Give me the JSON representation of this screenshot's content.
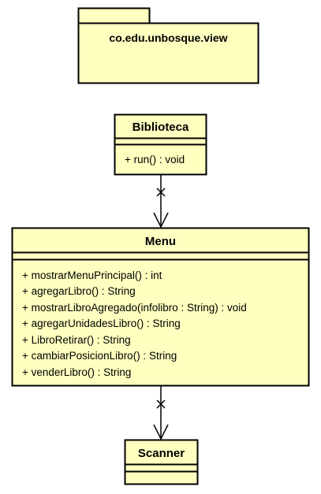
{
  "colors": {
    "fill": "#ffffc0",
    "stroke": "#000000",
    "background": "#ffffff"
  },
  "package": {
    "name": "co.edu.unbosque.view"
  },
  "classes": {
    "biblioteca": {
      "name": "Biblioteca",
      "attributes": [],
      "methods": [
        "+ run() : void"
      ]
    },
    "menu": {
      "name": "Menu",
      "attributes": [],
      "methods": [
        "+ mostrarMenuPrincipal() : int",
        "+ agregarLibro() : String",
        "+ mostrarLibroAgregado(infolibro : String) : void",
        "+ agregarUnidadesLibro() : String",
        "+ LibroRetirar() : String",
        "+ cambiarPosicionLibro() : String",
        "+ venderLibro() : String"
      ]
    },
    "scanner": {
      "name": "Scanner",
      "attributes": [],
      "methods": []
    }
  },
  "relations": [
    {
      "from": "Biblioteca",
      "to": "Menu",
      "type": "directed-association",
      "source_end": "x",
      "target_end": "open-arrow"
    },
    {
      "from": "Menu",
      "to": "Scanner",
      "type": "directed-association",
      "source_end": "x",
      "target_end": "open-arrow"
    }
  ]
}
